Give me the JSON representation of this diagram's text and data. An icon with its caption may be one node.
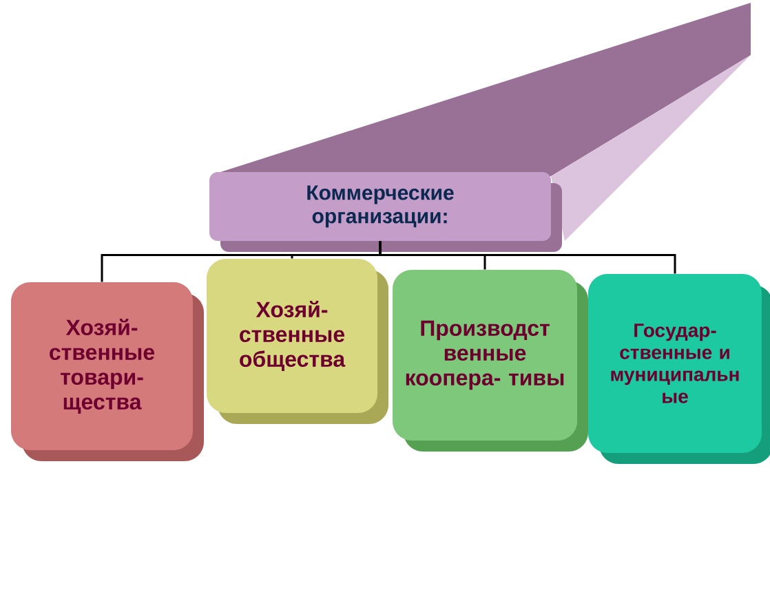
{
  "diagram": {
    "nodes": [
      {
        "text": [
          "Коммерческие организации:"
        ]
      },
      {
        "text": [
          "Хозяй- ственные товари- щества"
        ]
      },
      {
        "text": [
          "Хозяй- ственные общества"
        ]
      },
      {
        "text": [
          "Производст венные коопера- тивы"
        ]
      },
      {
        "text": [
          "Государ- ственные и муниципальн ые"
        ]
      }
    ],
    "edges": [
      {
        "from": 0,
        "to": 1,
        "arrow": "none"
      },
      {
        "from": 0,
        "to": 2,
        "arrow": "none"
      },
      {
        "from": 0,
        "to": 3,
        "arrow": "none"
      },
      {
        "from": 0,
        "to": 4,
        "arrow": "none"
      }
    ]
  }
}
